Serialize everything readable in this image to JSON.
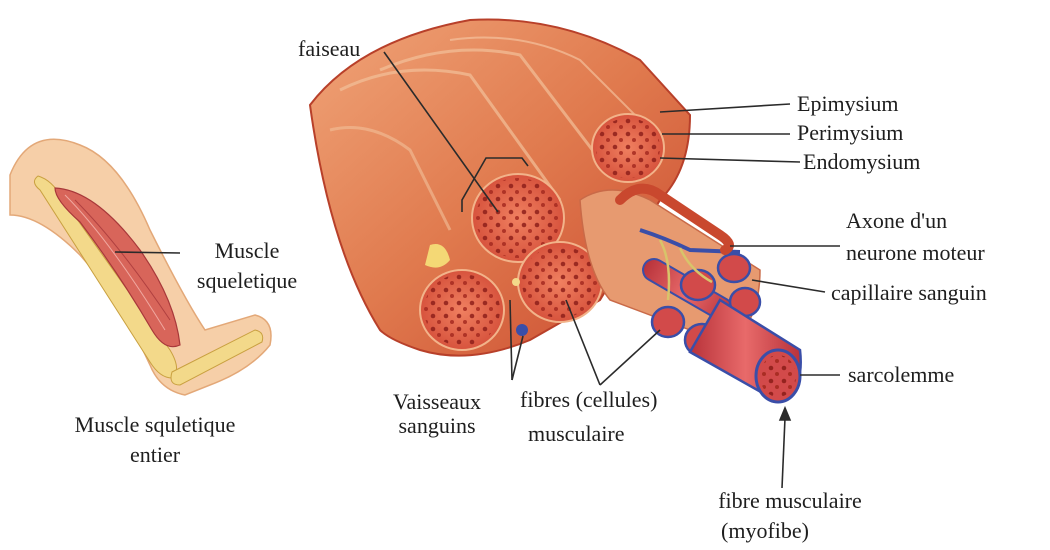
{
  "labels": {
    "faiseau": "faiseau",
    "epimysium": "Epimysium",
    "perimysium": "Perimysium",
    "endomysium": "Endomysium",
    "axone_line1": "Axone d'un",
    "axone_line2": "neurone moteur",
    "capillaire": "capillaire sanguin",
    "sarcolemme": "sarcolemme",
    "muscle_line1": "Muscle",
    "muscle_line2": "squeletique",
    "entier_line1": "Muscle squletique",
    "entier_line2": "entier",
    "vaisseaux_line1": "Vaisseaux",
    "vaisseaux_line2": "sanguins",
    "fibres_line1": "fibres (cellules)",
    "fibres_line2": "musculaire",
    "fibre_line1": "fibre musculaire",
    "fibre_line2": "(myofibe)"
  },
  "colors": {
    "muscle_dark": "#c9482e",
    "muscle_mid": "#e07a4e",
    "muscle_light": "#f2b38a",
    "fascicle_fill": "#d9573e",
    "fascicle_dot": "#8e1f1a",
    "nerve": "#3a4ea8",
    "vessel": "#d8c46a",
    "skin": "#f6cfa8",
    "bone": "#f3d98a",
    "leader": "#2b2b2b"
  }
}
